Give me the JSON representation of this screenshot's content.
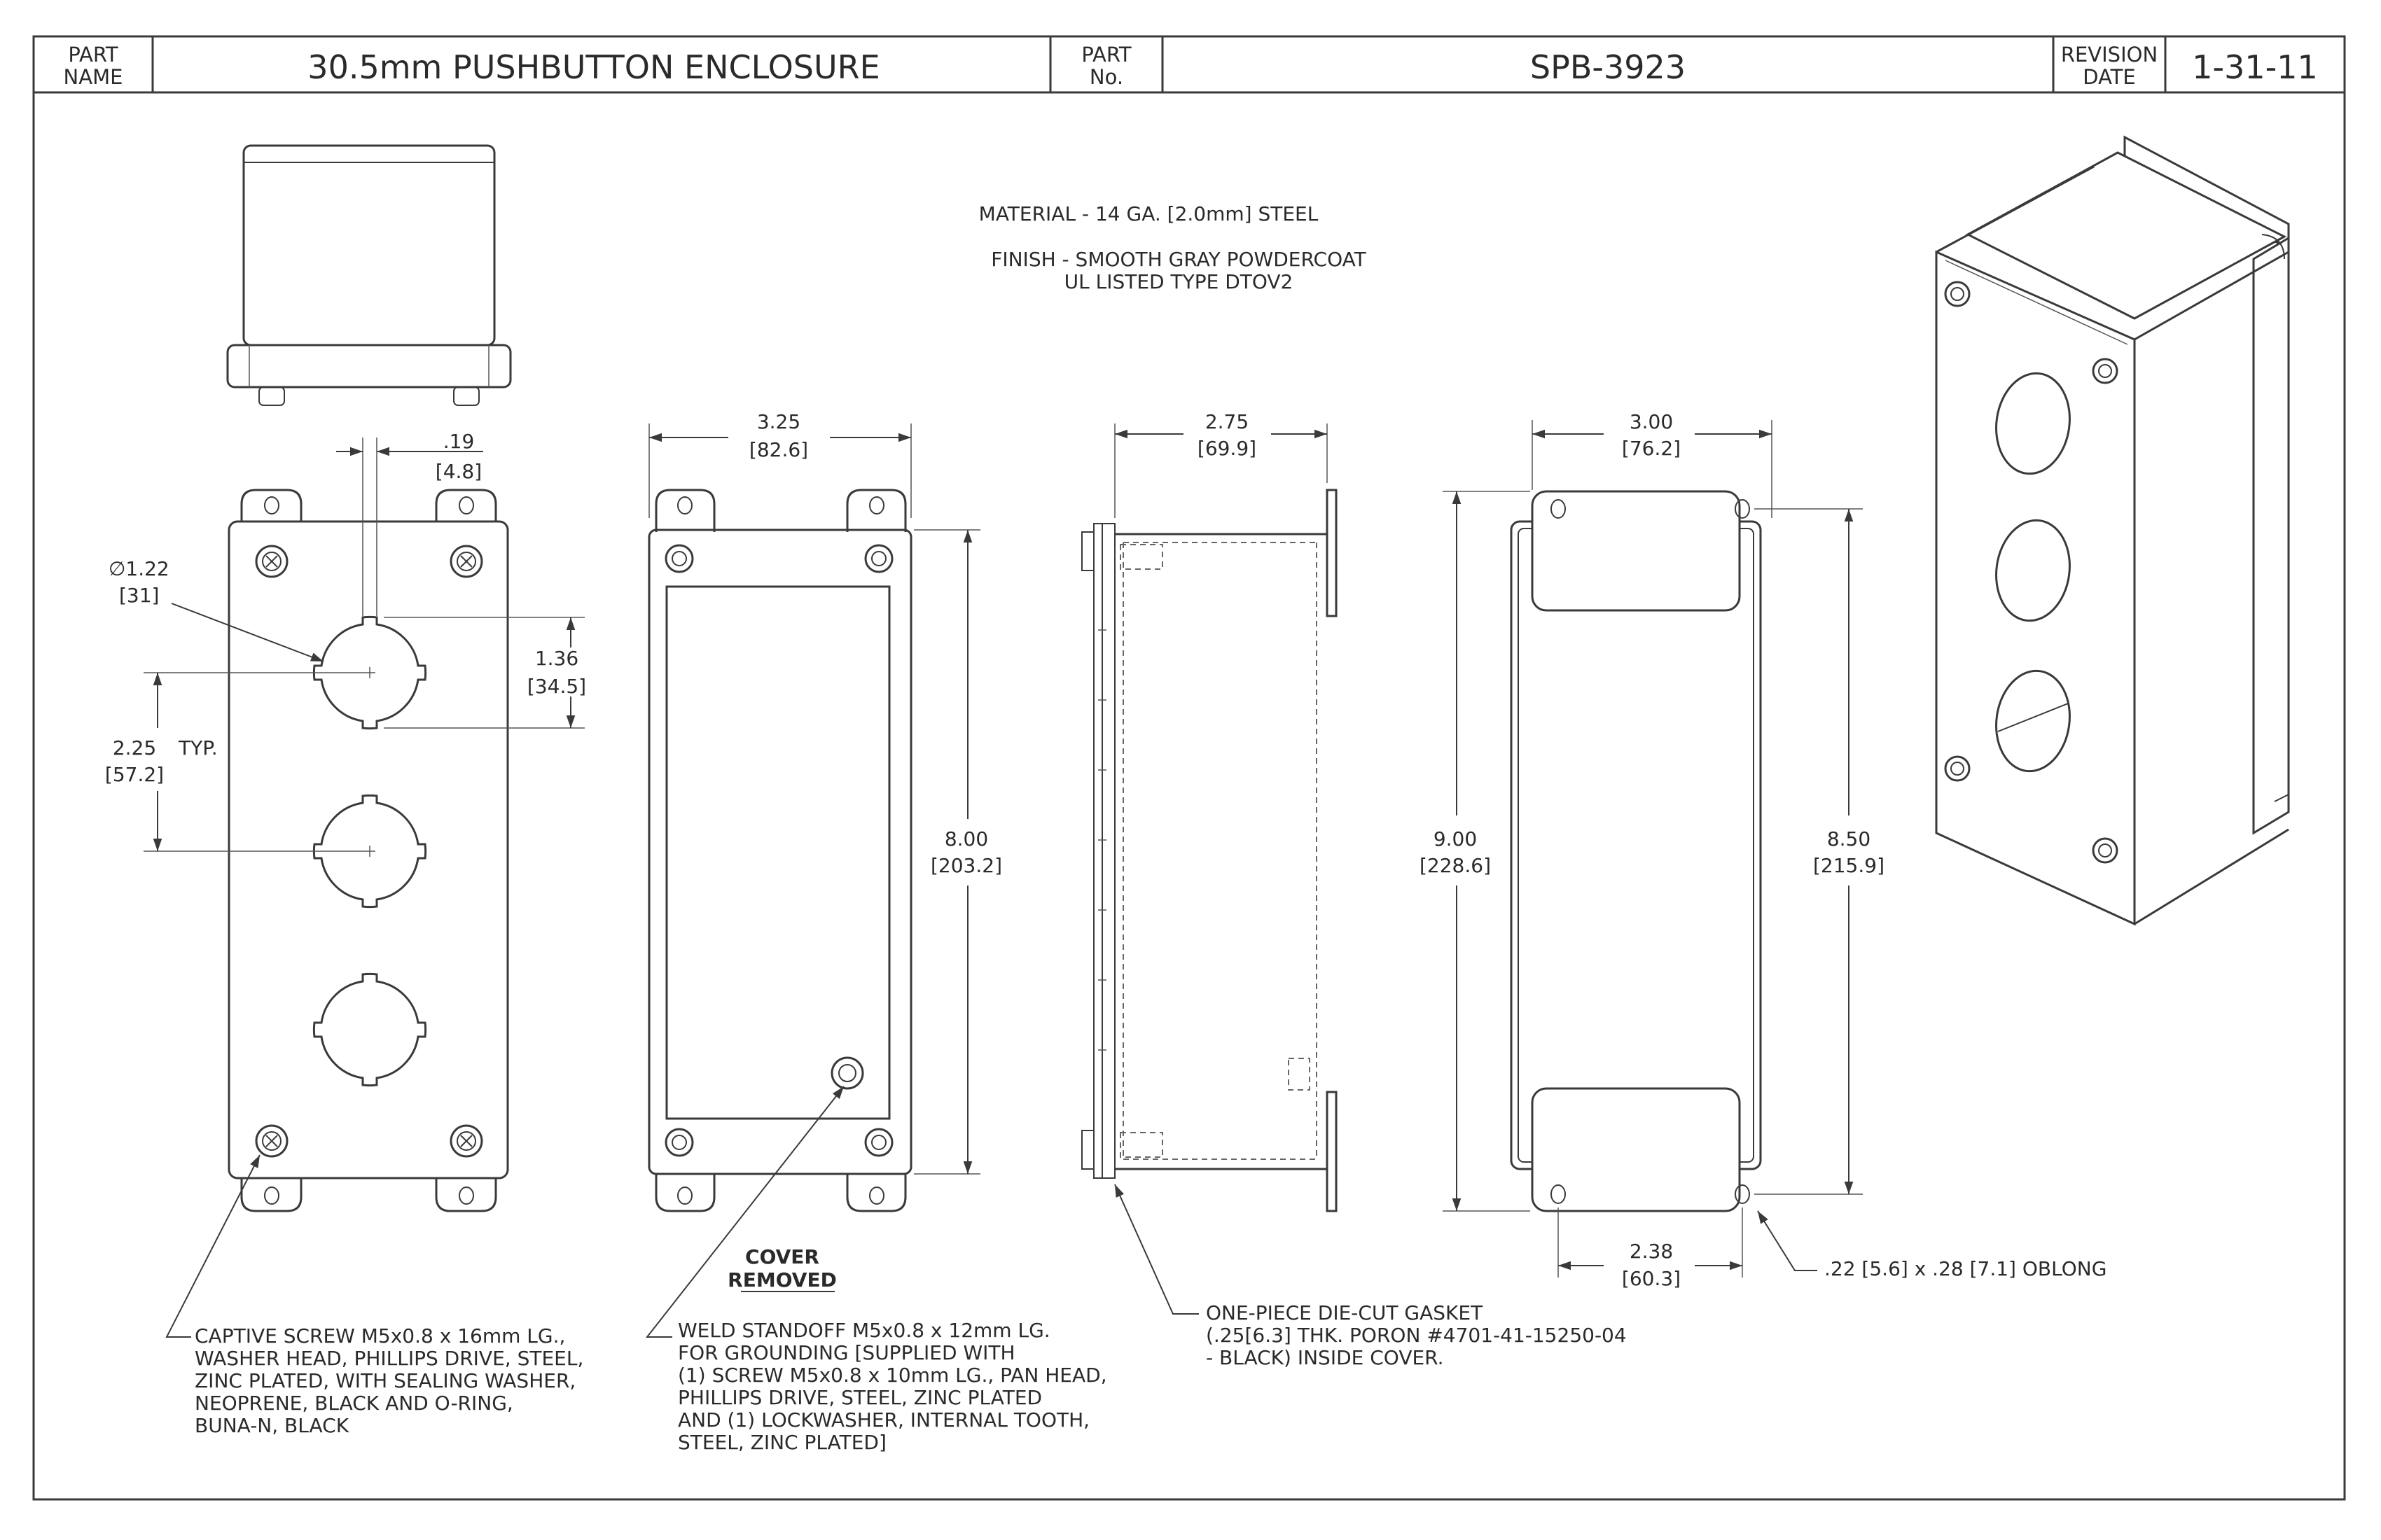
{
  "title_block": {
    "part_name_label_1": "PART",
    "part_name_label_2": "NAME",
    "part_name": "30.5mm PUSHBUTTON ENCLOSURE",
    "part_no_label_1": "PART",
    "part_no_label_2": "No.",
    "part_no": "SPB-3923",
    "revision_label_1": "REVISION",
    "revision_label_2": "DATE",
    "revision_date": "1-31-11"
  },
  "notes": {
    "material": "MATERIAL - 14 GA. [2.0mm] STEEL",
    "finish": "FINISH - SMOOTH GRAY POWDERCOAT",
    "listing": "UL LISTED TYPE DTOV2"
  },
  "dimensions": {
    "offset_in": ".19",
    "offset_mm": "[4.8]",
    "hole_dia_in": "∅1.22",
    "hole_dia_mm": "[31]",
    "hole_height_in": "1.36",
    "hole_height_mm": "[34.5]",
    "spacing_in": "2.25",
    "spacing_typ": "TYP.",
    "spacing_mm": "[57.2]",
    "cover_width_in": "3.25",
    "cover_width_mm": "[82.6]",
    "cover_height_in": "8.00",
    "cover_height_mm": "[203.2]",
    "side_width_in": "2.75",
    "side_width_mm": "[69.9]",
    "back_width_in": "3.00",
    "back_width_mm": "[76.2]",
    "overall_height_in": "9.00",
    "overall_height_mm": "[228.6]",
    "mount_height_in": "8.50",
    "mount_height_mm": "[215.9]",
    "mount_spacing_in": "2.38",
    "mount_spacing_mm": "[60.3]",
    "oblong": ".22 [5.6] x .28 [7.1] OBLONG"
  },
  "cover_removed": [
    "COVER",
    "REMOVED"
  ],
  "callouts": {
    "captive_screw": [
      "CAPTIVE SCREW M5x0.8 x 16mm LG.,",
      "WASHER HEAD, PHILLIPS DRIVE, STEEL,",
      "ZINC PLATED, WITH SEALING WASHER,",
      "NEOPRENE, BLACK AND O-RING,",
      "BUNA-N, BLACK"
    ],
    "weld_standoff": [
      "WELD STANDOFF M5x0.8 x 12mm LG.",
      "FOR GROUNDING [SUPPLIED WITH",
      "(1) SCREW M5x0.8 x 10mm LG., PAN HEAD,",
      "PHILLIPS DRIVE, STEEL, ZINC PLATED",
      "AND (1) LOCKWASHER, INTERNAL TOOTH,",
      "STEEL, ZINC PLATED]"
    ],
    "gasket": [
      "ONE-PIECE DIE-CUT GASKET",
      "(.25[6.3] THK. PORON #4701-41-15250-04",
      "- BLACK) INSIDE COVER."
    ]
  }
}
